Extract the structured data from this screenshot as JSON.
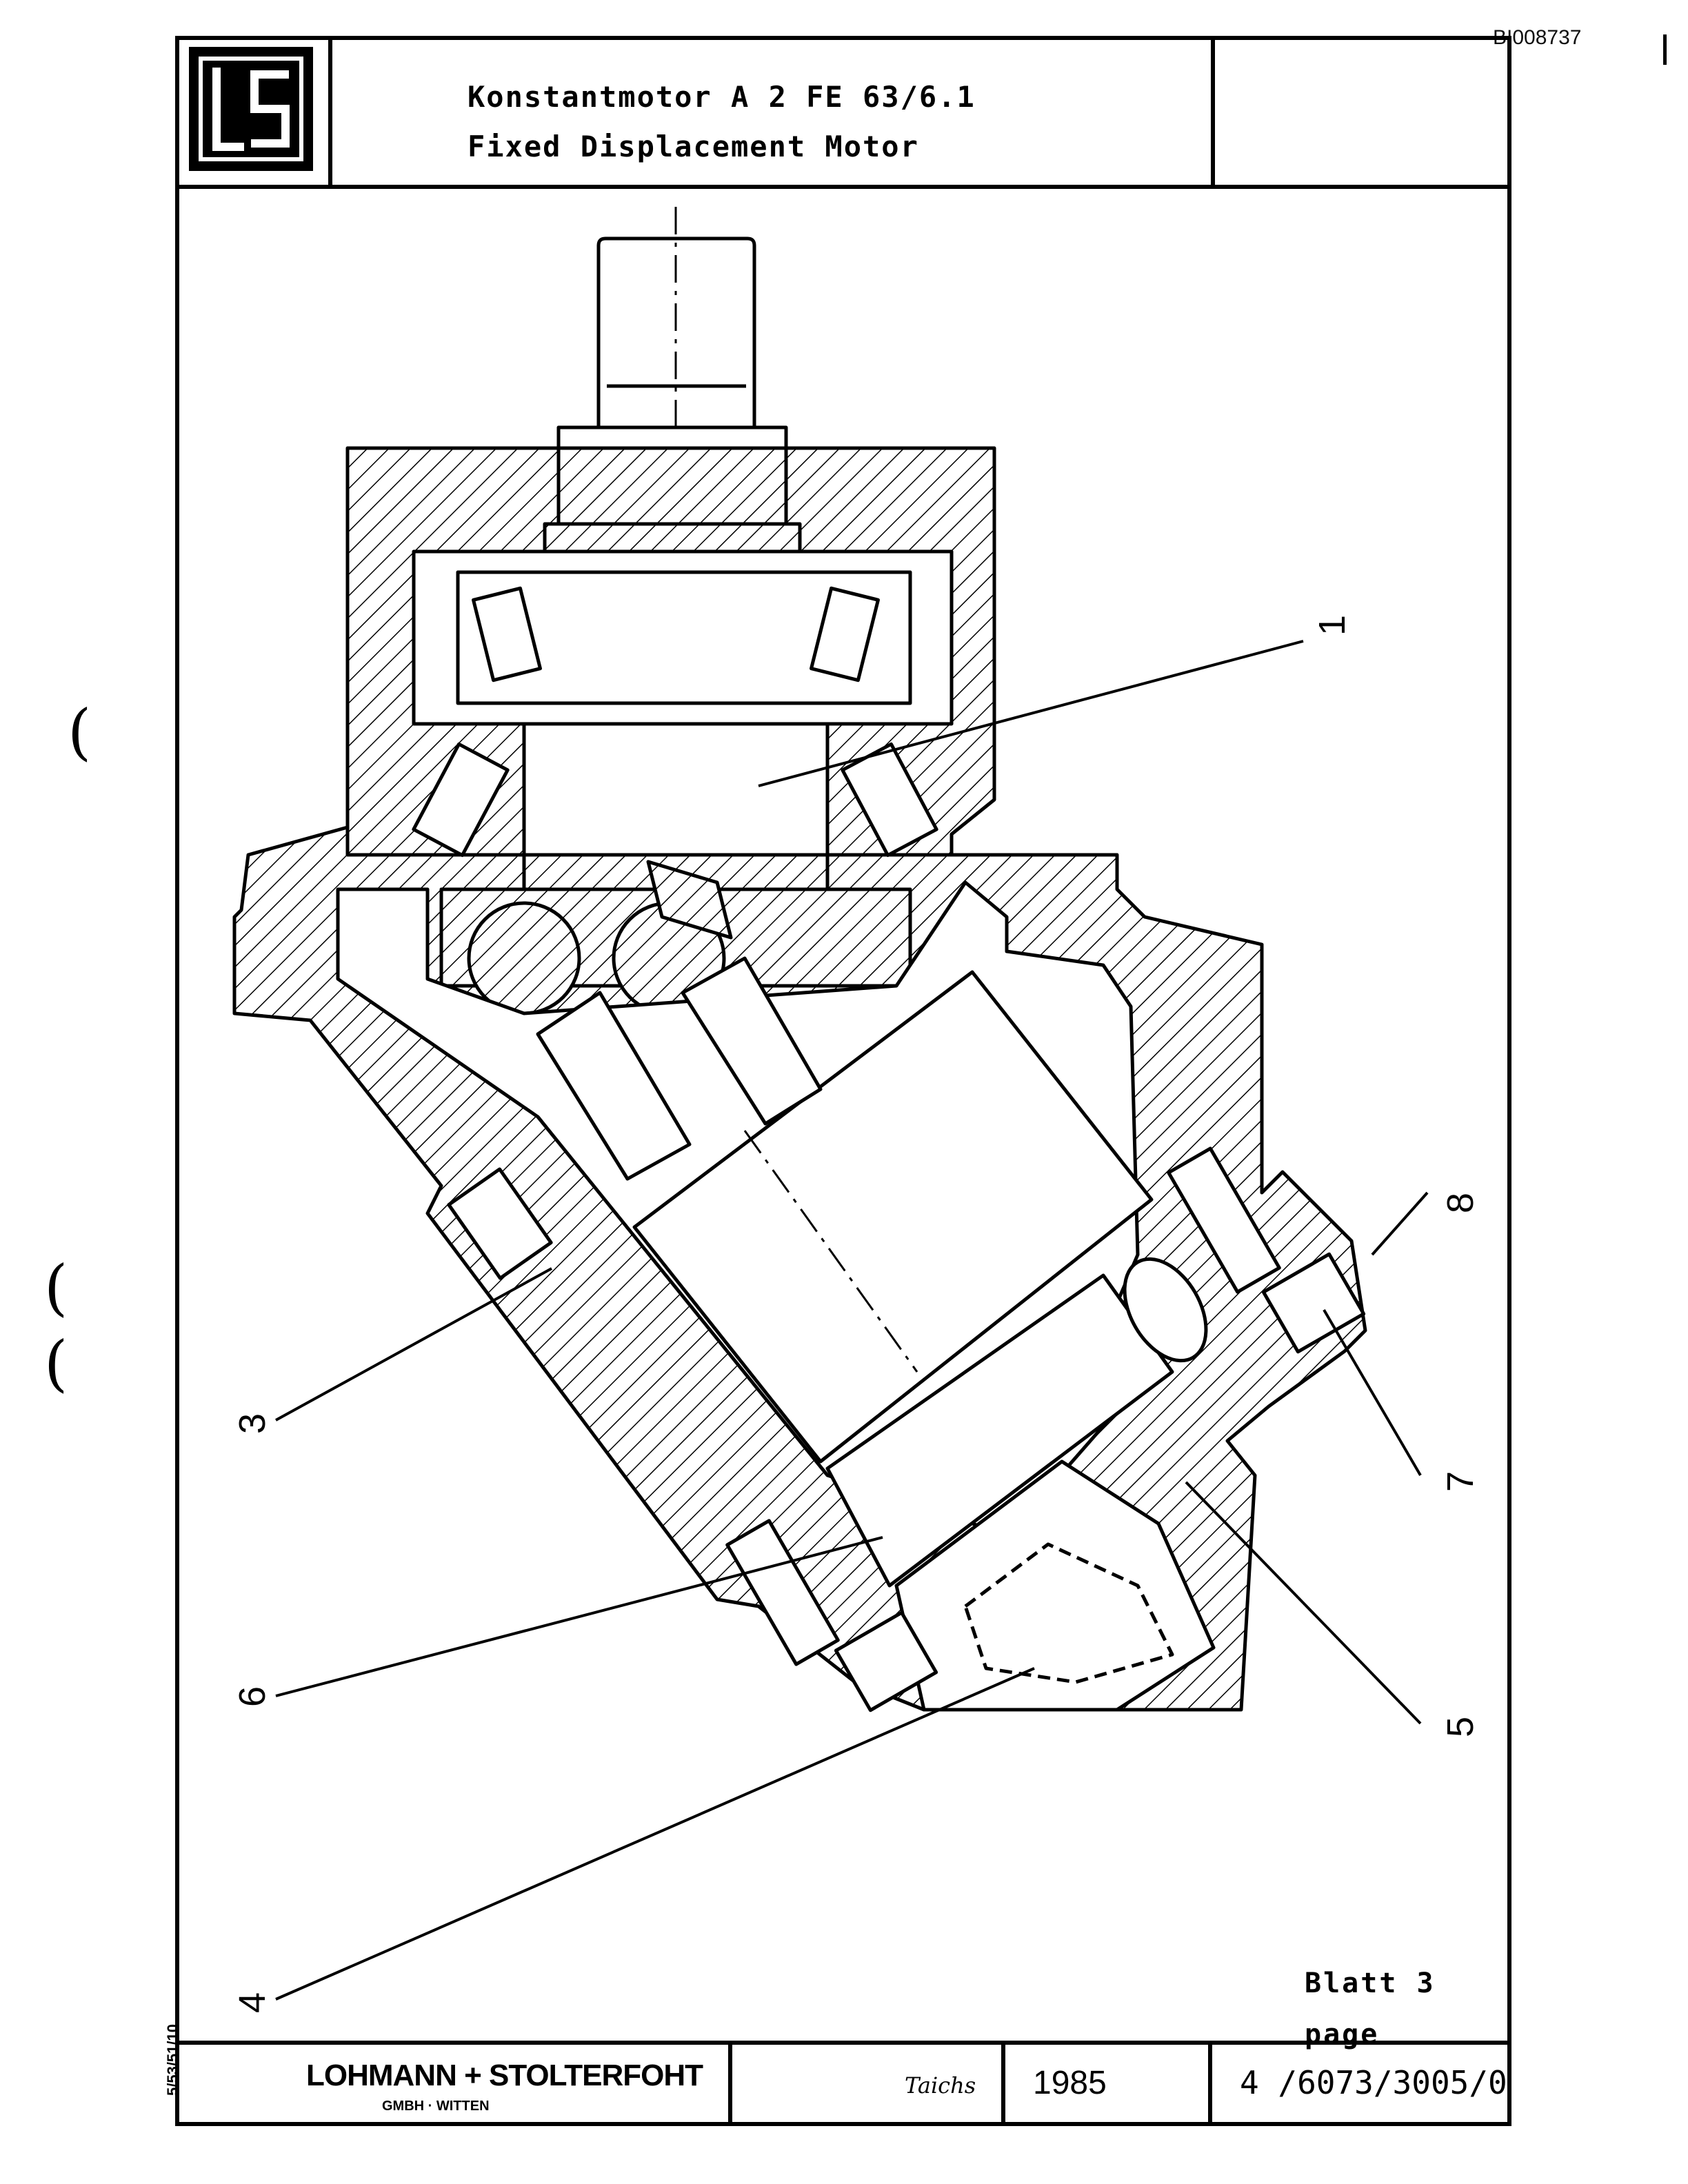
{
  "header": {
    "doc_id": "BI008737",
    "title_de": "Konstantmotor A 2 FE 63/6.1",
    "title_en": "Fixed Displacement Motor",
    "logo_text": "LS"
  },
  "sheet": {
    "label_de": "Blatt 3",
    "label_en": "page"
  },
  "callouts": [
    "1",
    "3",
    "4",
    "5",
    "6",
    "7",
    "8"
  ],
  "footer": {
    "company": "LOHMANN + STOLTERFOHT",
    "company_sub": "GMBH · WITTEN",
    "signature": "Taichs",
    "year": "1985",
    "drawing_number": "4 /6073/3005/0"
  },
  "side_code": "5/53/51/10"
}
